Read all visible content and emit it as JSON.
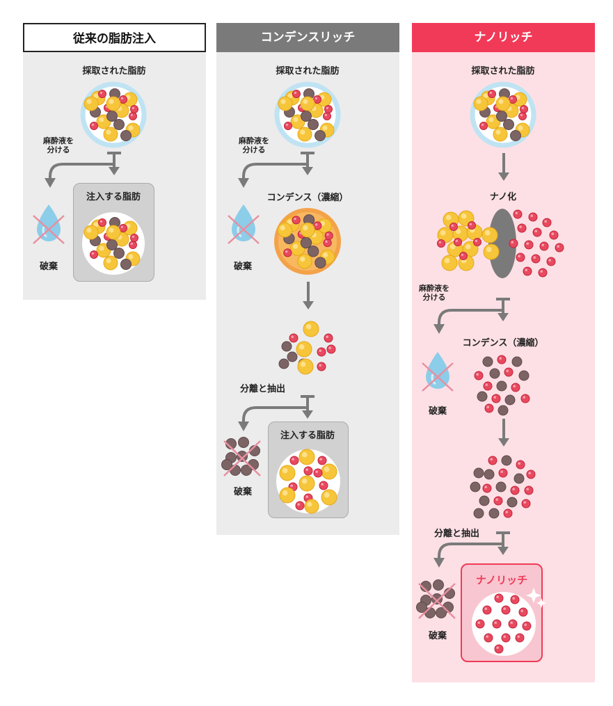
{
  "columns": [
    {
      "title": "従来の脂肪注入",
      "steps": {
        "harvested": "採取された脂肪",
        "separate_anesthetic": "麻酔液を\n分ける",
        "discard": "破棄",
        "injected_fat": "注入する脂肪"
      }
    },
    {
      "title": "コンデンスリッチ",
      "steps": {
        "harvested": "採取された脂肪",
        "separate_anesthetic": "麻酔液を\n分ける",
        "discard_1": "破棄",
        "condense": "コンデンス（濃縮）",
        "separate_extract": "分離と抽出",
        "discard_2": "破棄",
        "injected_fat": "注入する脂肪"
      }
    },
    {
      "title": "ナノリッチ",
      "steps": {
        "harvested": "採取された脂肪",
        "nano": "ナノ化",
        "separate_anesthetic": "麻酔液を\n分ける",
        "condense": "コンデンス（濃縮）",
        "discard_1": "破棄",
        "separate_extract": "分離と抽出",
        "discard_2": "破棄",
        "result": "ナノリッチ"
      }
    }
  ],
  "colors": {
    "yellow": "#f6c53a",
    "pink": "#e8495f",
    "brown": "#7d6464",
    "arrow": "#7a7a7a",
    "accent": "#f03a57"
  }
}
